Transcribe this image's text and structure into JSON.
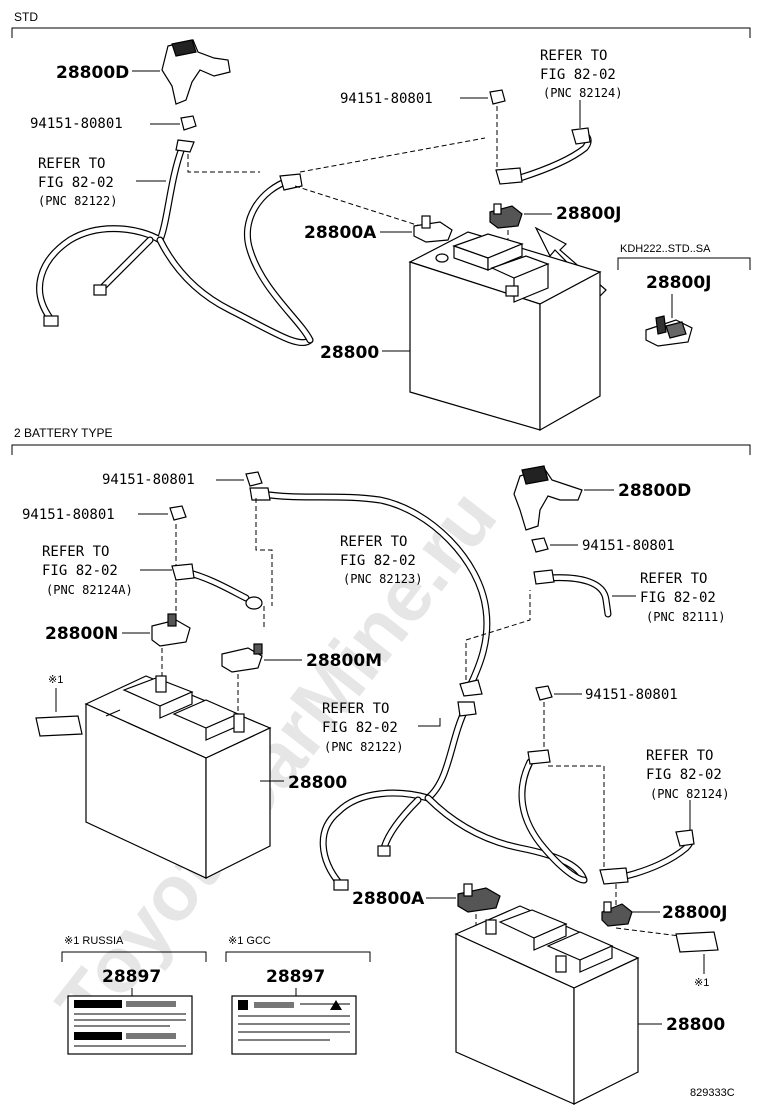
{
  "sections": {
    "std": "STD",
    "two_battery": "2 BATTERY TYPE",
    "kdh_variant": "KDH222..STD..SA",
    "russia": "※1 RUSSIA",
    "gcc": "※1 GCC"
  },
  "parts": {
    "p28800D": "28800D",
    "p28800A": "28800A",
    "p28800J": "28800J",
    "p28800": "28800",
    "p28800N": "28800N",
    "p28800M": "28800M",
    "p28897": "28897",
    "nut": "94151-80801"
  },
  "refs": {
    "refer_to": "REFER TO",
    "fig": "FIG 82-02",
    "pnc_82124": "(PNC 82124)",
    "pnc_82122": "(PNC 82122)",
    "pnc_82123": "(PNC 82123)",
    "pnc_82124a": "(PNC 82124A)",
    "pnc_82111": "(PNC 82111)"
  },
  "markers": {
    "note1": "※1"
  },
  "footer": {
    "figure_code": "829333C"
  },
  "watermark": "ToyotaCarMine.ru"
}
